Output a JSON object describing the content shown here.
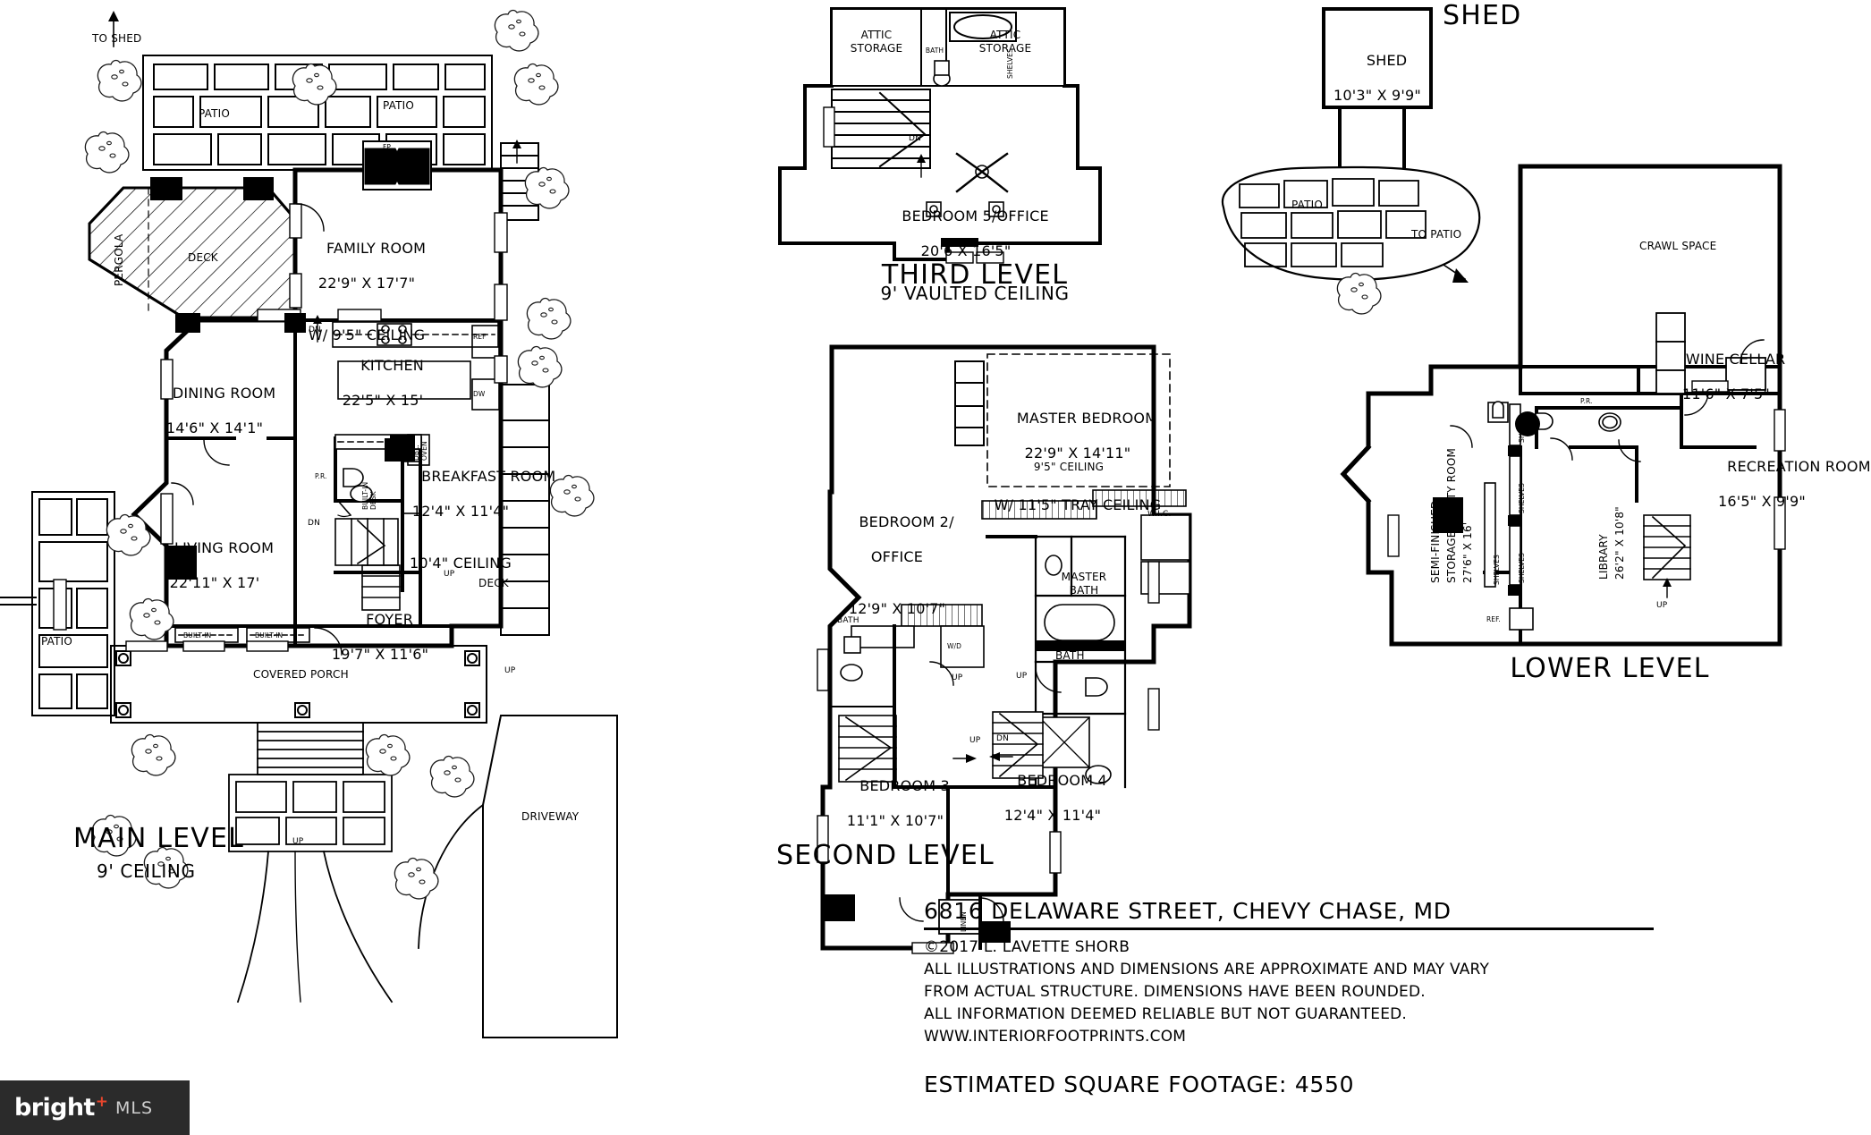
{
  "document": {
    "kind": "architectural-floor-plan",
    "address": "6816 DELAWARE STREET, CHEVY CHASE, MD",
    "copyright": "©2017 L. LAVETTE SHORB",
    "disclaimer_lines": [
      "ALL ILLUSTRATIONS AND DIMENSIONS ARE APPROXIMATE AND MAY VARY",
      "FROM ACTUAL STRUCTURE. DIMENSIONS HAVE BEEN ROUNDED.",
      "ALL INFORMATION DEEMED RELIABLE BUT NOT GUARANTEED.",
      "WWW.INTERIORFOOTPRINTS.COM"
    ],
    "square_footage": "ESTIMATED SQUARE FOOTAGE: 4550"
  },
  "watermark": {
    "brand": "bright",
    "plus": "+",
    "suffix": "MLS"
  },
  "levels": {
    "main": {
      "title": "MAIN LEVEL",
      "subtitle": "9' CEILING"
    },
    "second": {
      "title": "SECOND LEVEL"
    },
    "third": {
      "title": "THIRD LEVEL",
      "subtitle": "9' VAULTED CEILING"
    },
    "lower": {
      "title": "LOWER LEVEL"
    },
    "shed": {
      "title": "SHED"
    }
  },
  "main_level": {
    "rooms": [
      {
        "name": "FAMILY ROOM",
        "dim": "22'9\" X 17'7\"",
        "note": "W/ 9'5\" CEILING"
      },
      {
        "name": "KITCHEN",
        "dim": "22'5\" X 15'"
      },
      {
        "name": "DINING ROOM",
        "dim": "14'6\" X 14'1\""
      },
      {
        "name": "LIVING ROOM",
        "dim": "22'11\" X 17'"
      },
      {
        "name": "BREAKFAST ROOM",
        "dim": "12'4\" X 11'4\"",
        "note": "10'4\" CEILING"
      },
      {
        "name": "FOYER",
        "dim": "19'7\" X 11'6\""
      }
    ],
    "areas": [
      "PATIO",
      "PATIO",
      "DECK",
      "PERGOLA",
      "COVERED PORCH",
      "DECK",
      "PATIO",
      "DRIVEWAY"
    ],
    "annotations": [
      "TO SHED",
      "DN",
      "DN",
      "DN",
      "DN",
      "UP",
      "UP",
      "FP",
      "FP",
      "P.R.",
      "REF",
      "DW",
      "DBL. OVEN",
      "BUILT-IN DESK",
      "BUILT-IN",
      "BUILT-IN"
    ]
  },
  "second_level": {
    "rooms": [
      {
        "name": "MASTER BEDROOM",
        "dim": "22'9\" X 14'11\"",
        "note": "W/ 11'5\" TRAY CEILING"
      },
      {
        "name": "BEDROOM 2/ OFFICE",
        "dim": "12'9\" X 10'7\""
      },
      {
        "name": "BEDROOM 3",
        "dim": "11'1\" X 10'7\""
      },
      {
        "name": "BEDROOM 4",
        "dim": "12'4\" X 11'4\""
      }
    ],
    "annotations": [
      "MASTER BATH",
      "BATH",
      "BATH",
      "W.I.C.",
      "W/D",
      "LINEN",
      "9'5\" CEILING",
      "UP",
      "UP",
      "DN"
    ]
  },
  "third_level": {
    "rooms": [
      {
        "name": "BEDROOM 5/OFFICE",
        "dim": "20'6 X 16'5\""
      }
    ],
    "annotations": [
      "ATTIC STORAGE",
      "ATTIC STORAGE",
      "BATH",
      "SHELVES",
      "DN"
    ]
  },
  "lower_level": {
    "rooms": [
      {
        "name": "RECREATION ROOM",
        "dim": "16'5\" X 9'9\""
      },
      {
        "name": "LIBRARY",
        "dim": "26'2\" X 10'8\""
      },
      {
        "name": "WINE CELLAR",
        "dim": "11'6\" X 7'5\""
      },
      {
        "name": "SEMI-FINISHED STORAGE/UTILITY ROOM",
        "dim": "27'6\" X 16'"
      }
    ],
    "annotations": [
      "CRAWL SPACE",
      "P.R.",
      "SHELVES",
      "SHELVES",
      "SHELVES",
      "SHLVS",
      "SHELVES",
      "REF.",
      "UP"
    ]
  },
  "shed_area": {
    "rooms": [
      {
        "name": "SHED",
        "dim": "10'3\" X 9'9\""
      }
    ],
    "annotations": [
      "PATIO",
      "TO PATIO"
    ]
  },
  "colors": {
    "ink": "#000000",
    "paper": "#ffffff",
    "watermark_bg": "#2b2b2b",
    "watermark_accent": "#e8452c"
  }
}
